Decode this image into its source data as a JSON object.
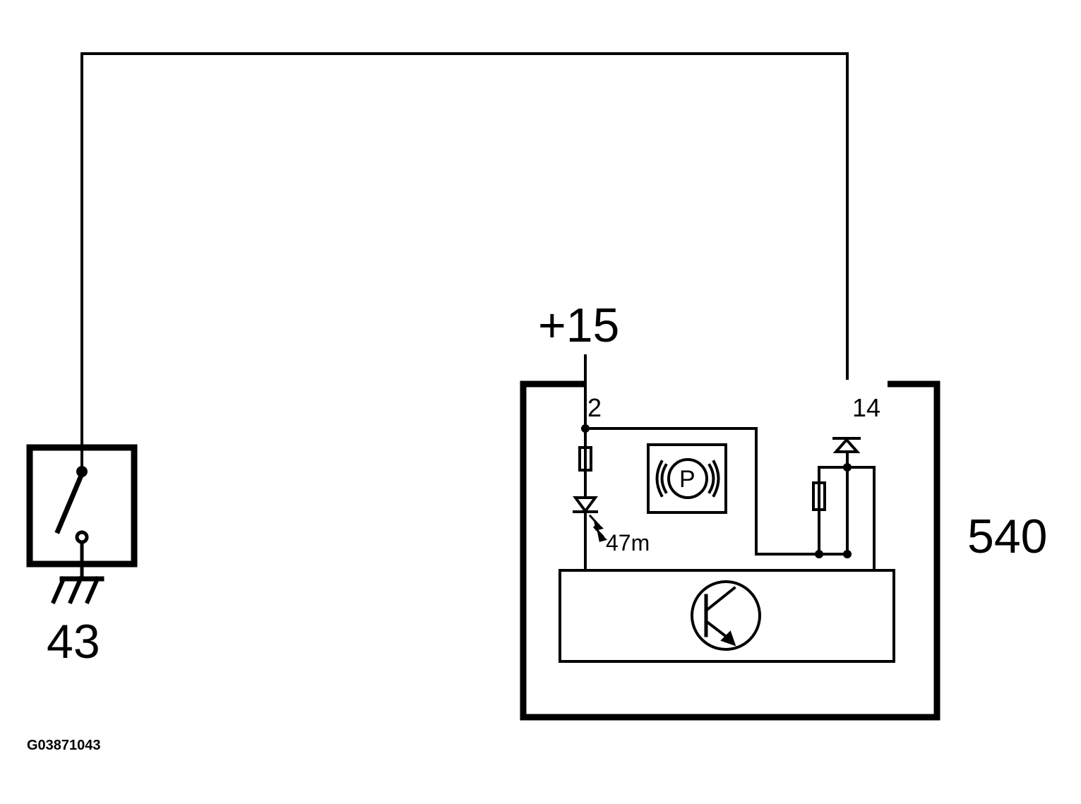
{
  "components": {
    "switch": {
      "ref": "43",
      "icon": "switch-icon",
      "ground_icon": "ground-icon"
    },
    "module": {
      "ref": "540",
      "icon": "transistor-icon"
    }
  },
  "supply": {
    "label": "+15"
  },
  "pins": {
    "supply_pin": "2",
    "switch_pin": "14"
  },
  "indicator": {
    "symbol": "P",
    "icon": "parking-brake-warning-icon",
    "led_label": "47m"
  },
  "figure_code": "G03871043"
}
